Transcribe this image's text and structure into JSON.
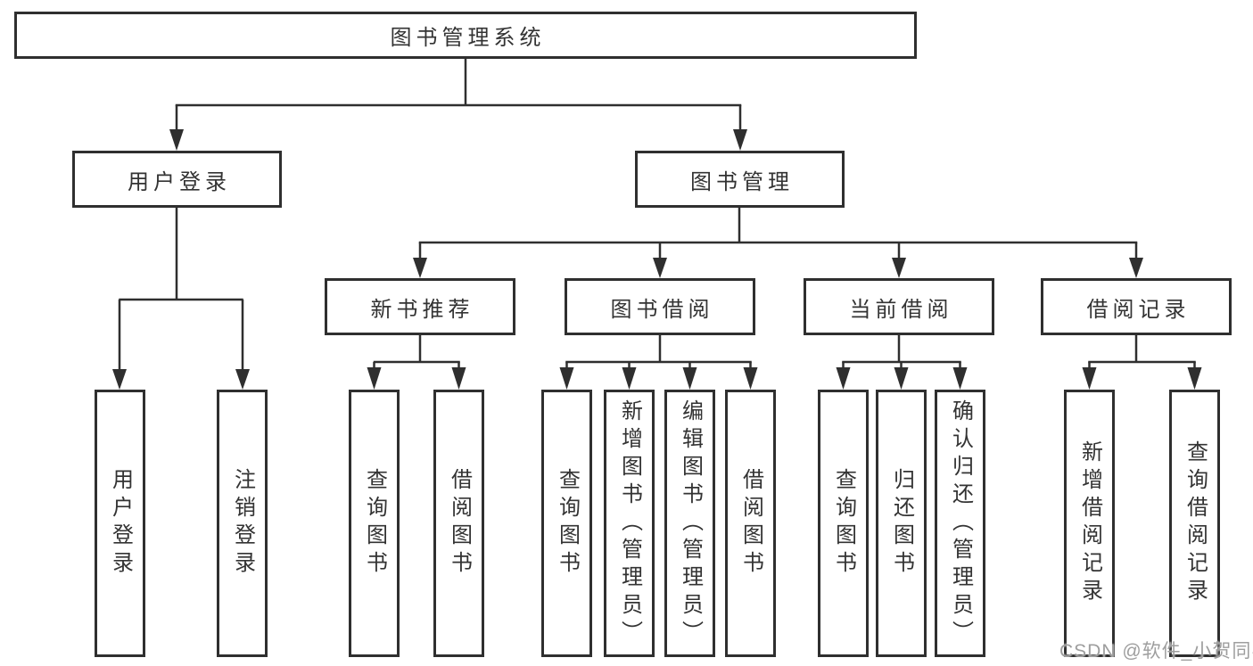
{
  "diagram": {
    "title": "图书管理系统",
    "branches": [
      {
        "label": "用户登录",
        "children": [
          "用户登录",
          "注销登录"
        ]
      },
      {
        "label": "图书管理",
        "sections": [
          {
            "label": "新书推荐",
            "children": [
              "查询图书",
              "借阅图书"
            ]
          },
          {
            "label": "图书借阅",
            "children": [
              "查询图书",
              "新增图书（管理员）",
              "编辑图书（管理员）",
              "借阅图书"
            ]
          },
          {
            "label": "当前借阅",
            "children": [
              "查询图书",
              "归还图书",
              "确认归还（管理员）"
            ]
          },
          {
            "label": "借阅记录",
            "children": [
              "新增借阅记录",
              "查询借阅记录"
            ]
          }
        ]
      }
    ]
  },
  "watermark": {
    "text": "CSDN @软件_小贺同学",
    "color": "#9e9e9e"
  },
  "colors": {
    "line": "#2f2f2f",
    "text": "#333333",
    "background": "#ffffff"
  }
}
